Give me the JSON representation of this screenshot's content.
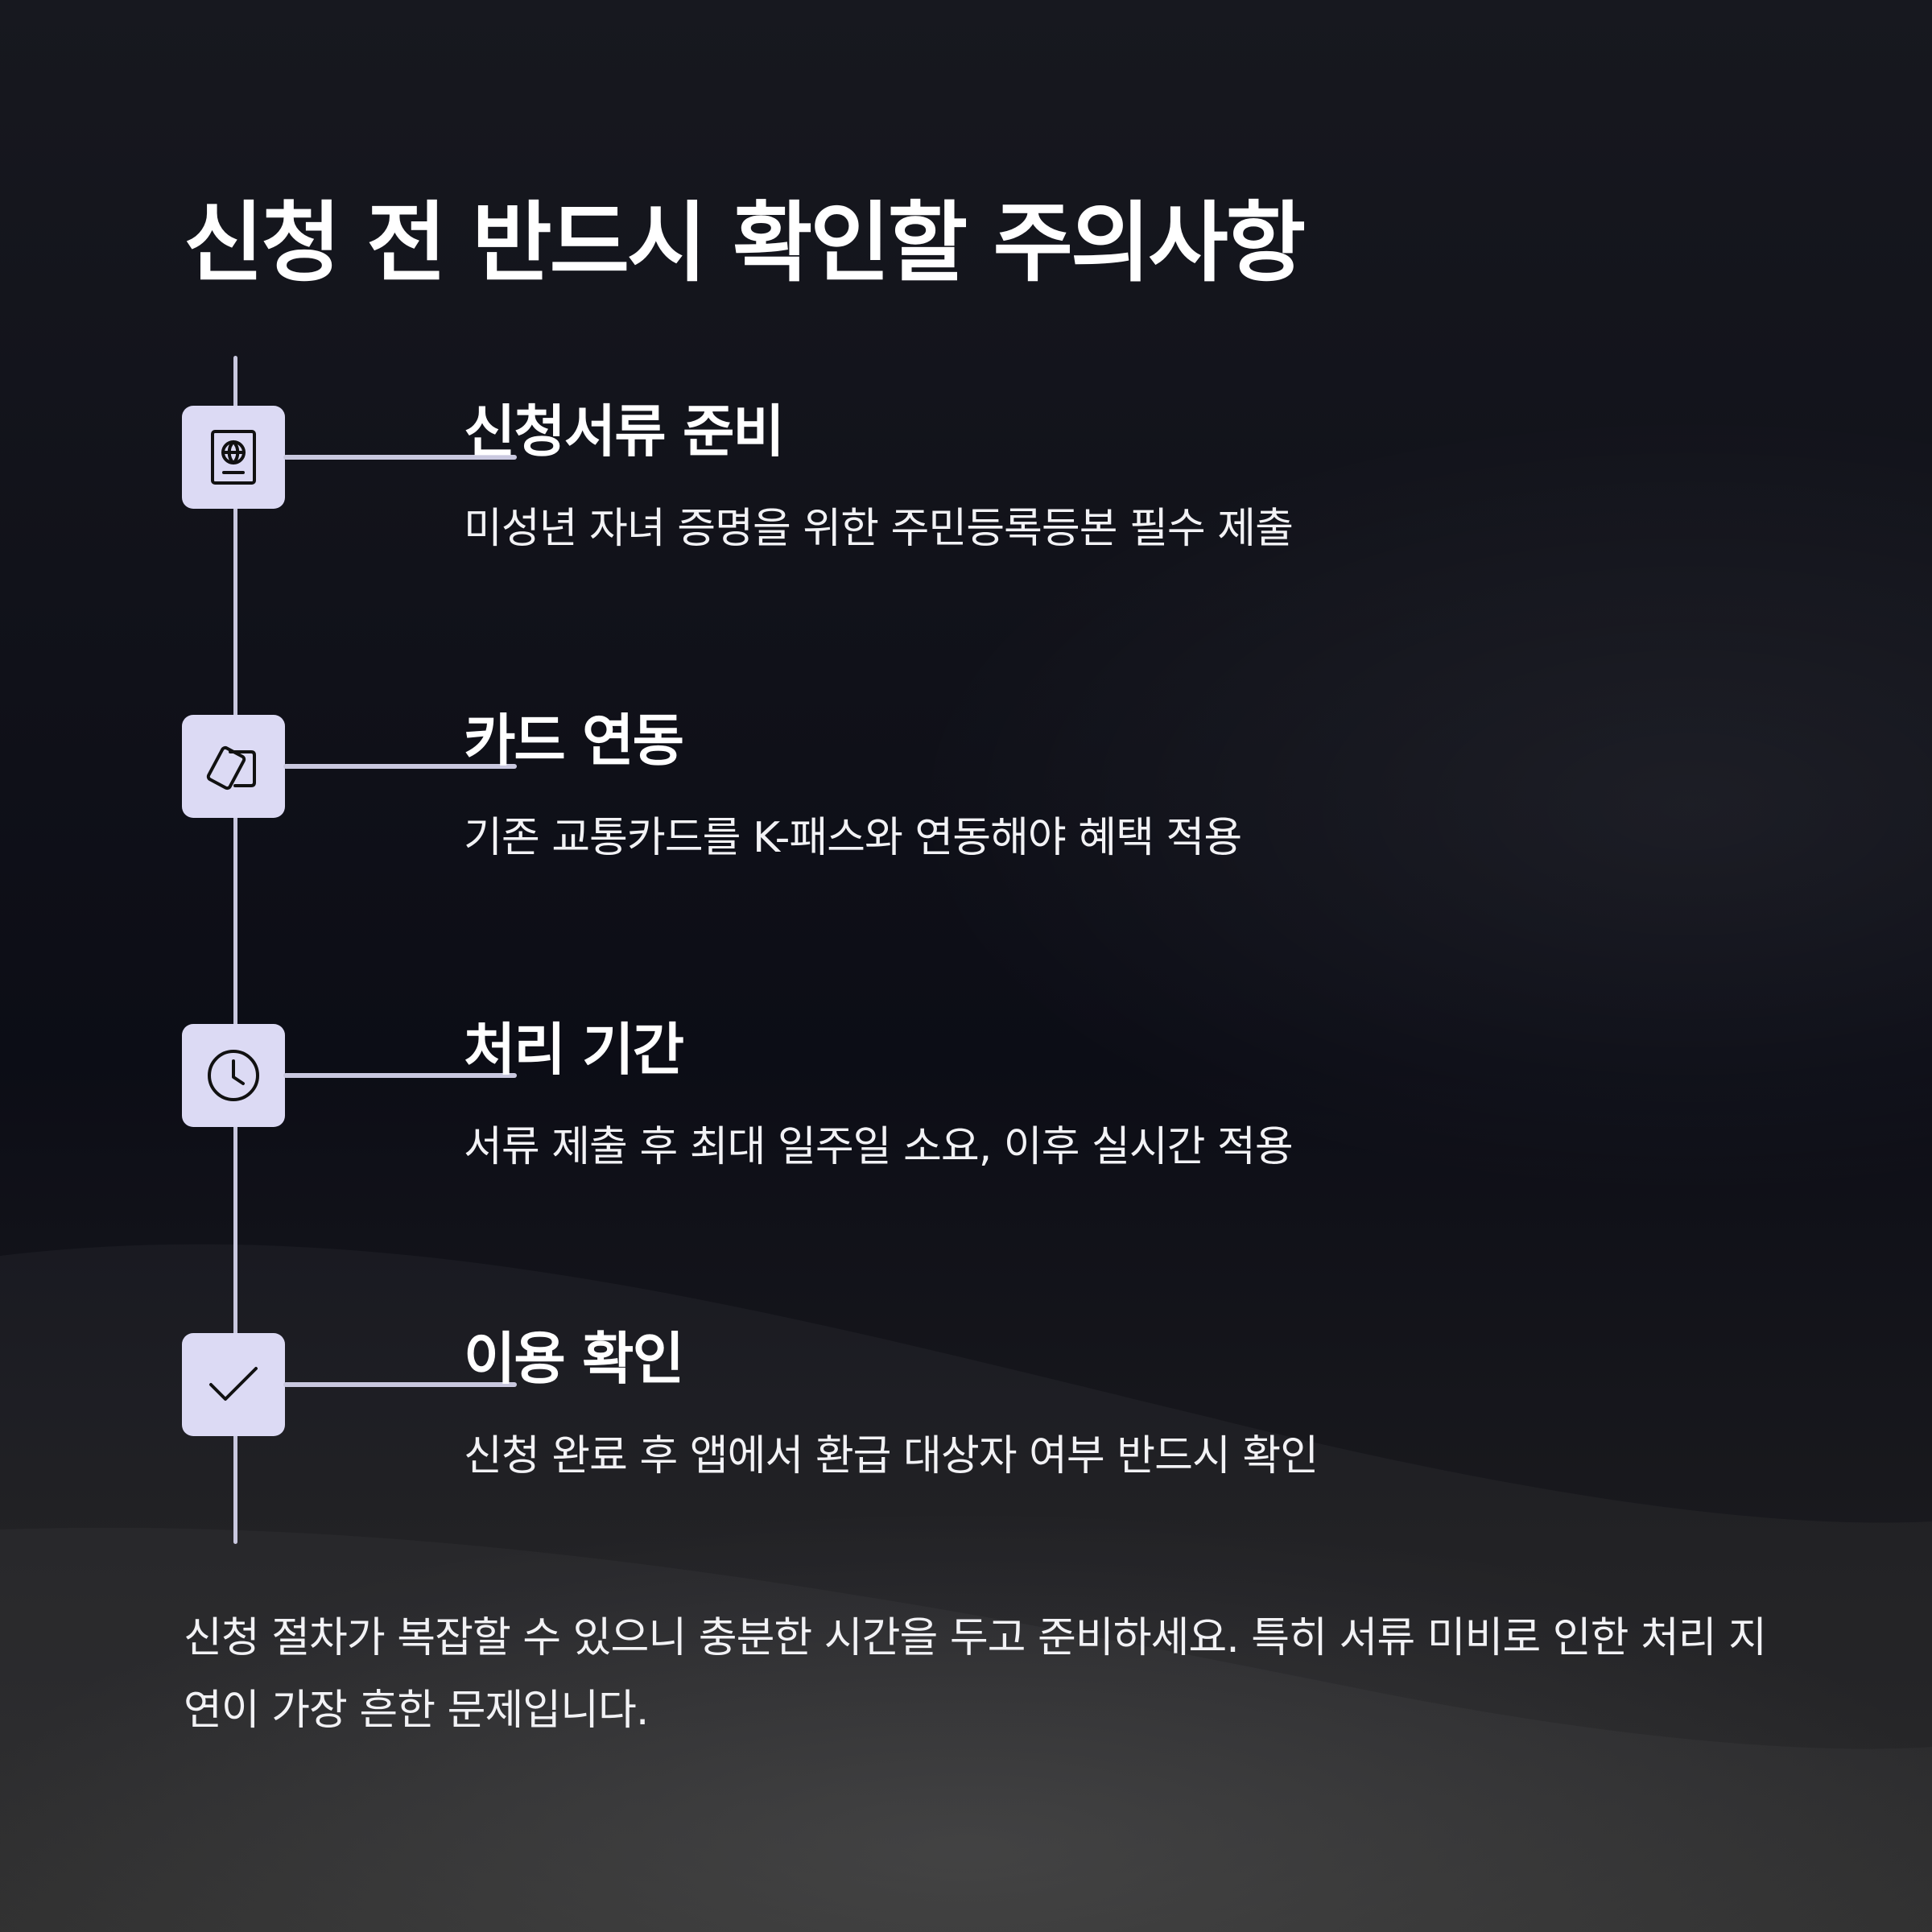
{
  "title": "신청 전 반드시 확인할 주의사항",
  "steps": [
    {
      "icon": "passport-icon",
      "title": "신청서류 준비",
      "description": "미성년 자녀 증명을 위한 주민등록등본 필수 제출"
    },
    {
      "icon": "cards-icon",
      "title": "카드 연동",
      "description": "기존 교통카드를 K-패스와 연동해야 혜택 적용"
    },
    {
      "icon": "clock-icon",
      "title": "처리 기간",
      "description": "서류 제출 후 최대 일주일 소요, 이후 실시간 적용"
    },
    {
      "icon": "checkmark-icon",
      "title": "이용 확인",
      "description": "신청 완료 후 앱에서 환급 대상자 여부 반드시 확인"
    }
  ],
  "footer": "신청 절차가 복잡할 수 있으니 충분한 시간을 두고 준비하세요. 특히 서류 미비로 인한 처리 지연이 가장 흔한 문제입니다.",
  "colors": {
    "accent": "#dcdaf4",
    "line": "#c9c8df",
    "background": "#0f1018"
  }
}
